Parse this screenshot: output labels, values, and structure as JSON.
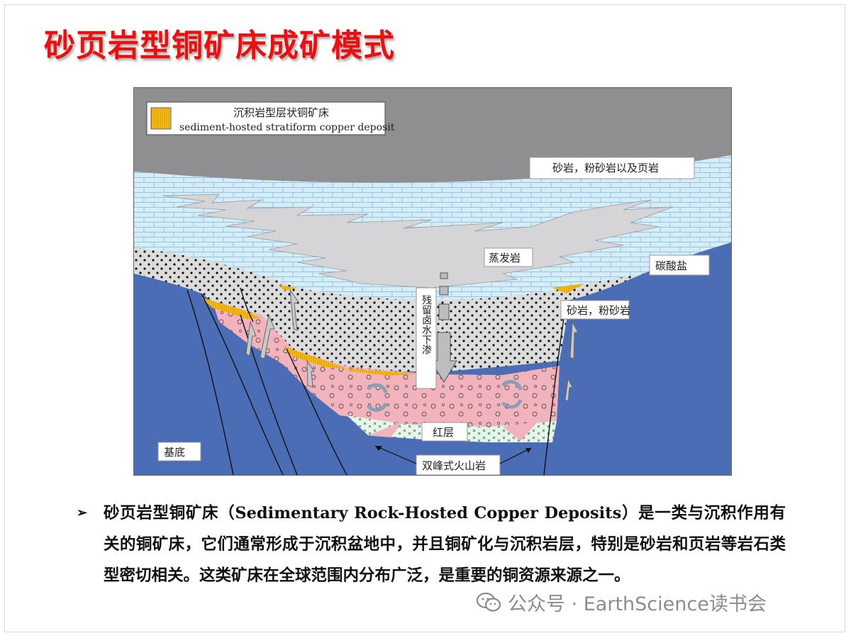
{
  "title": "砂页岩型铜矿床成矿模式",
  "figure": {
    "legend_cn": "沉积岩型层状铜矿床",
    "legend_en": "sediment-hosted stratiform copper deposit",
    "labels": {
      "sandstone_siltstone_shale": "砂岩，粉砂岩以及页岩",
      "evaporite": "蒸发岩",
      "carbonate": "碳酸盐",
      "sandstone_siltstone": "砂岩，粉砂岩",
      "brine_down": "残留卤水下渗",
      "red_bed": "红层",
      "basement": "基底",
      "bimodal_volcanic": "双峰式火山岩"
    },
    "colors": {
      "shale_gray": "#8f8f92",
      "carbonate_blue": "#d6edf8",
      "evaporite_gray": "#d5d5d7",
      "sandstone": "#d9d9d9",
      "red_bed": "#f2b3bc",
      "basement_blue": "#4a6db5",
      "ore_yellow": "#f5c518"
    }
  },
  "bullet": {
    "symbol": "➢",
    "text": "砂页岩型铜矿床（Sedimentary Rock-Hosted Copper Deposits）是一类与沉积作用有关的铜矿床，它们通常形成于沉积盆地中，并且铜矿化与沉积岩层，特别是砂岩和页岩等岩石类型密切相关。这类矿床在全球范围内分布广泛，是重要的铜资源来源之一。"
  },
  "watermark": "公众号 · EarthScience读书会"
}
